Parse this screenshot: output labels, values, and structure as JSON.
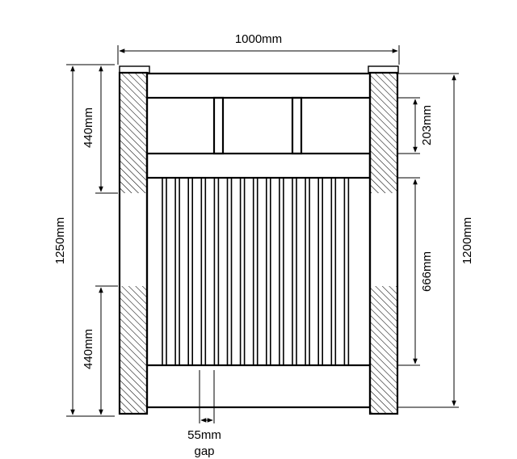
{
  "dimensions": {
    "width": "1000mm",
    "total_height": "1250mm",
    "gate_height": "1200mm",
    "post_upper_hatch": "440mm",
    "post_lower_hatch": "440mm",
    "top_panel": "203mm",
    "slat_section": "666mm",
    "gap_value": "55mm",
    "gap_word": "gap"
  },
  "colors": {
    "line": "#000000",
    "background": "#ffffff"
  }
}
